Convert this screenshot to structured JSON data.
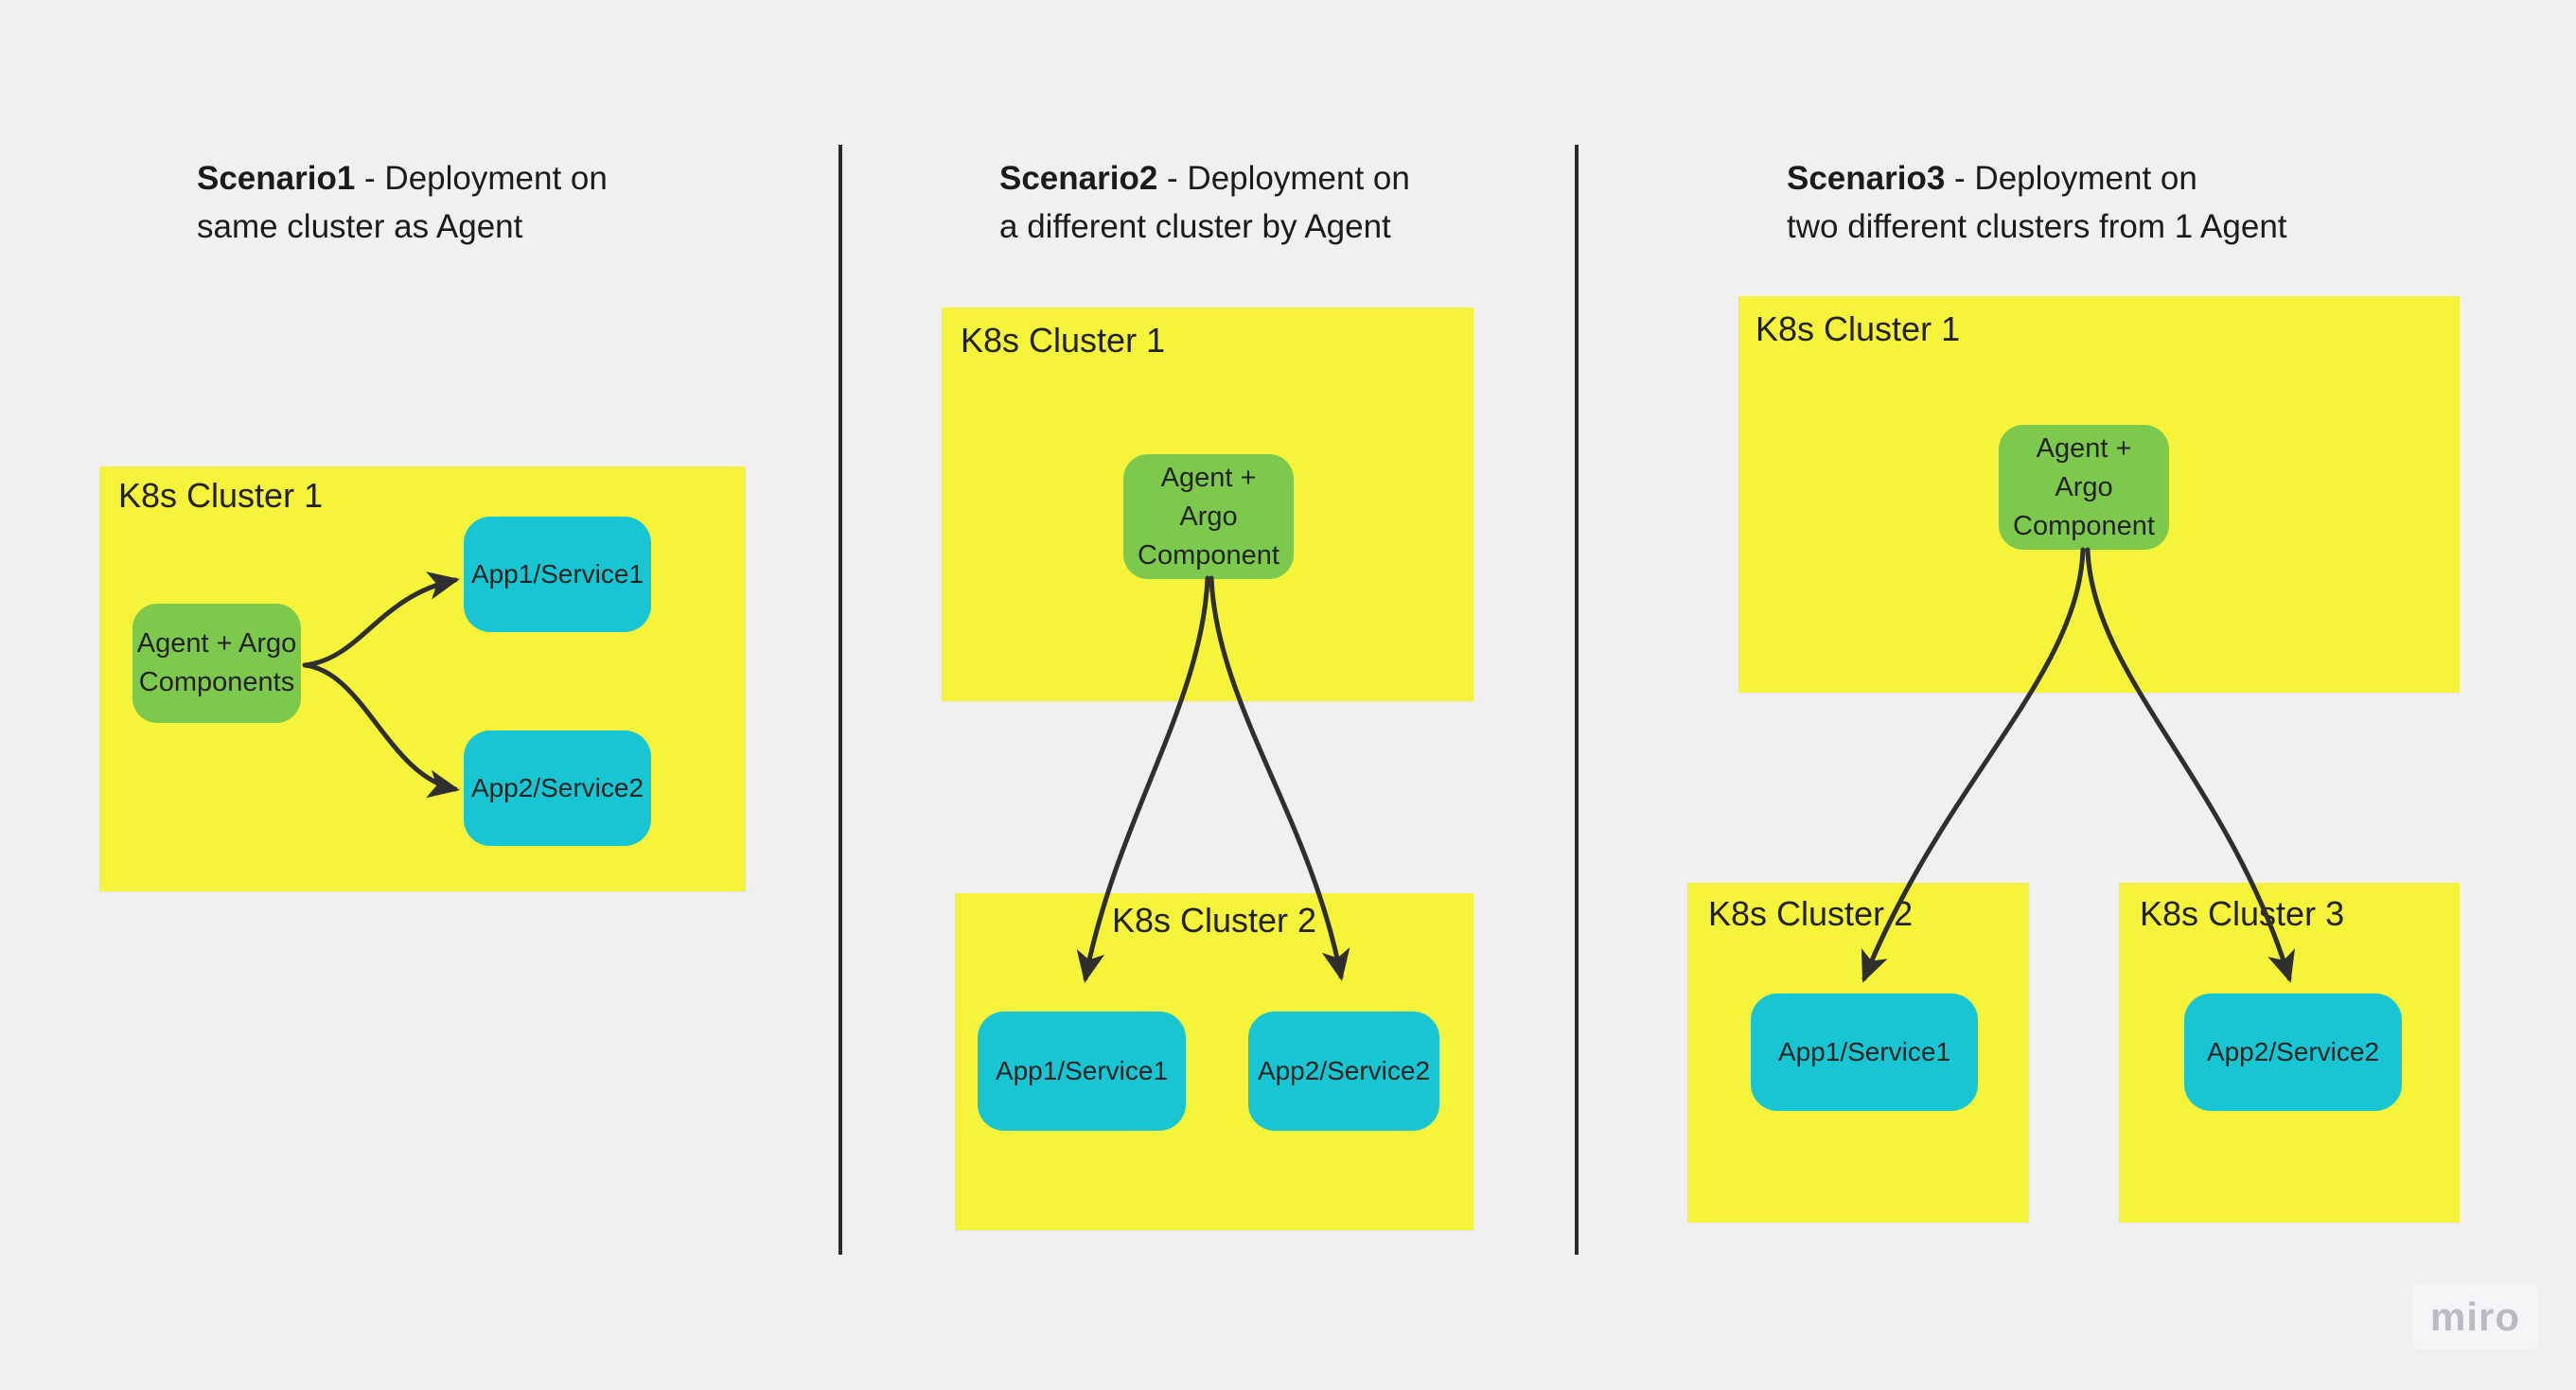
{
  "colors": {
    "bg": "#F0F0F0",
    "yellow": "#F6F33B",
    "green": "#7DC94E",
    "cyan": "#17C6D2",
    "ink": "#232323",
    "line": "#2F2F2F",
    "wm": "#B9BAC4"
  },
  "s1": {
    "title": {
      "bold": "Scenario1",
      "rest": " - Deployment on",
      "line2": "same cluster as Agent"
    },
    "cluster1": "K8s Cluster 1",
    "agent": {
      "line1": "Agent + Argo",
      "line2": "Components"
    },
    "app1": "App1/Service1",
    "app2": "App2/Service2"
  },
  "s2": {
    "title": {
      "bold": "Scenario2",
      "rest": " - Deployment on",
      "line2": "a different cluster by Agent"
    },
    "cluster1": "K8s Cluster 1",
    "cluster2": "K8s Cluster 2",
    "agent": {
      "line1": "Agent +",
      "line2": "Argo",
      "line3": "Component"
    },
    "app1": "App1/Service1",
    "app2": "App2/Service2"
  },
  "s3": {
    "title": {
      "bold": "Scenario3",
      "rest": " - Deployment on",
      "line2": "two different clusters from 1 Agent"
    },
    "cluster1": "K8s Cluster 1",
    "cluster2": "K8s Cluster 2",
    "cluster3": "K8s Cluster 3",
    "agent": {
      "line1": "Agent +",
      "line2": "Argo",
      "line3": "Component"
    },
    "app1": "App1/Service1",
    "app2": "App2/Service2"
  },
  "watermark": {
    "label": "miro"
  }
}
